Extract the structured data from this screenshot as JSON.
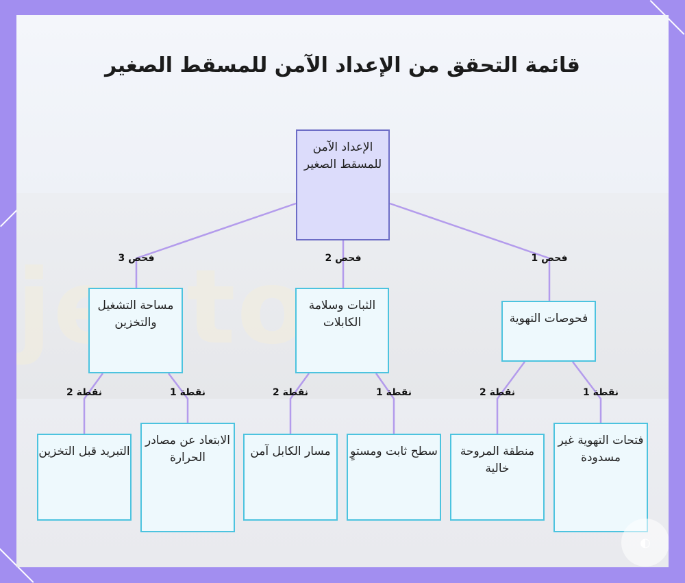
{
  "title": "قائمة التحقق من الإعداد الآمن للمسقط الصغير",
  "background_word": "jector",
  "colors": {
    "frame": "#a28ef0",
    "edge": "#b39bec",
    "root_fill": "#dcdcfb",
    "root_border": "#6c6cc6",
    "node_fill": "#eef9fd",
    "node_border": "#4cc3df"
  },
  "root": {
    "label": "الإعداد الآمن للمسقط الصغير"
  },
  "checks": [
    {
      "edge_label": "فحص 1",
      "label": "فحوصات التهوية",
      "points": [
        {
          "edge_label": "نقطة 1",
          "label": "فتحات التهوية غير مسدودة"
        },
        {
          "edge_label": "نقطة 2",
          "label": "منطقة المروحة خالية"
        }
      ]
    },
    {
      "edge_label": "فحص 2",
      "label": "الثبات وسلامة الكابلات",
      "points": [
        {
          "edge_label": "نقطة 1",
          "label": "سطح ثابت ومستوٍ"
        },
        {
          "edge_label": "نقطة 2",
          "label": "مسار الكابل آمن"
        }
      ]
    },
    {
      "edge_label": "فحص 3",
      "label": "مساحة التشغيل والتخزين",
      "points": [
        {
          "edge_label": "نقطة 1",
          "label": "الابتعاد عن مصادر الحرارة"
        },
        {
          "edge_label": "نقطة 2",
          "label": "التبريد قبل التخزين"
        }
      ]
    }
  ]
}
